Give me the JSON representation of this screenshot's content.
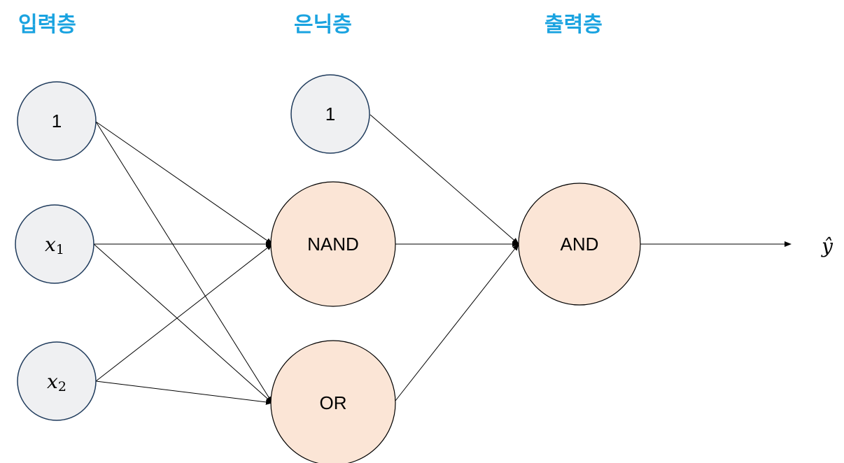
{
  "layers": {
    "input": "입력층",
    "hidden": "은닉층",
    "output": "출력층"
  },
  "nodes": {
    "input_bias": "1",
    "x1_var": "x",
    "x1_sub": "1",
    "x2_var": "x",
    "x2_sub": "2",
    "hidden_bias": "1",
    "nand": "NAND",
    "or": "OR",
    "and": "AND"
  },
  "output_symbol": "ŷ",
  "colors": {
    "title": "#1aa3e0",
    "bias_fill": "#eff0f2",
    "gate_fill": "#fbe5d6",
    "node_stroke": "#1f3b5c",
    "edge": "#000000"
  }
}
